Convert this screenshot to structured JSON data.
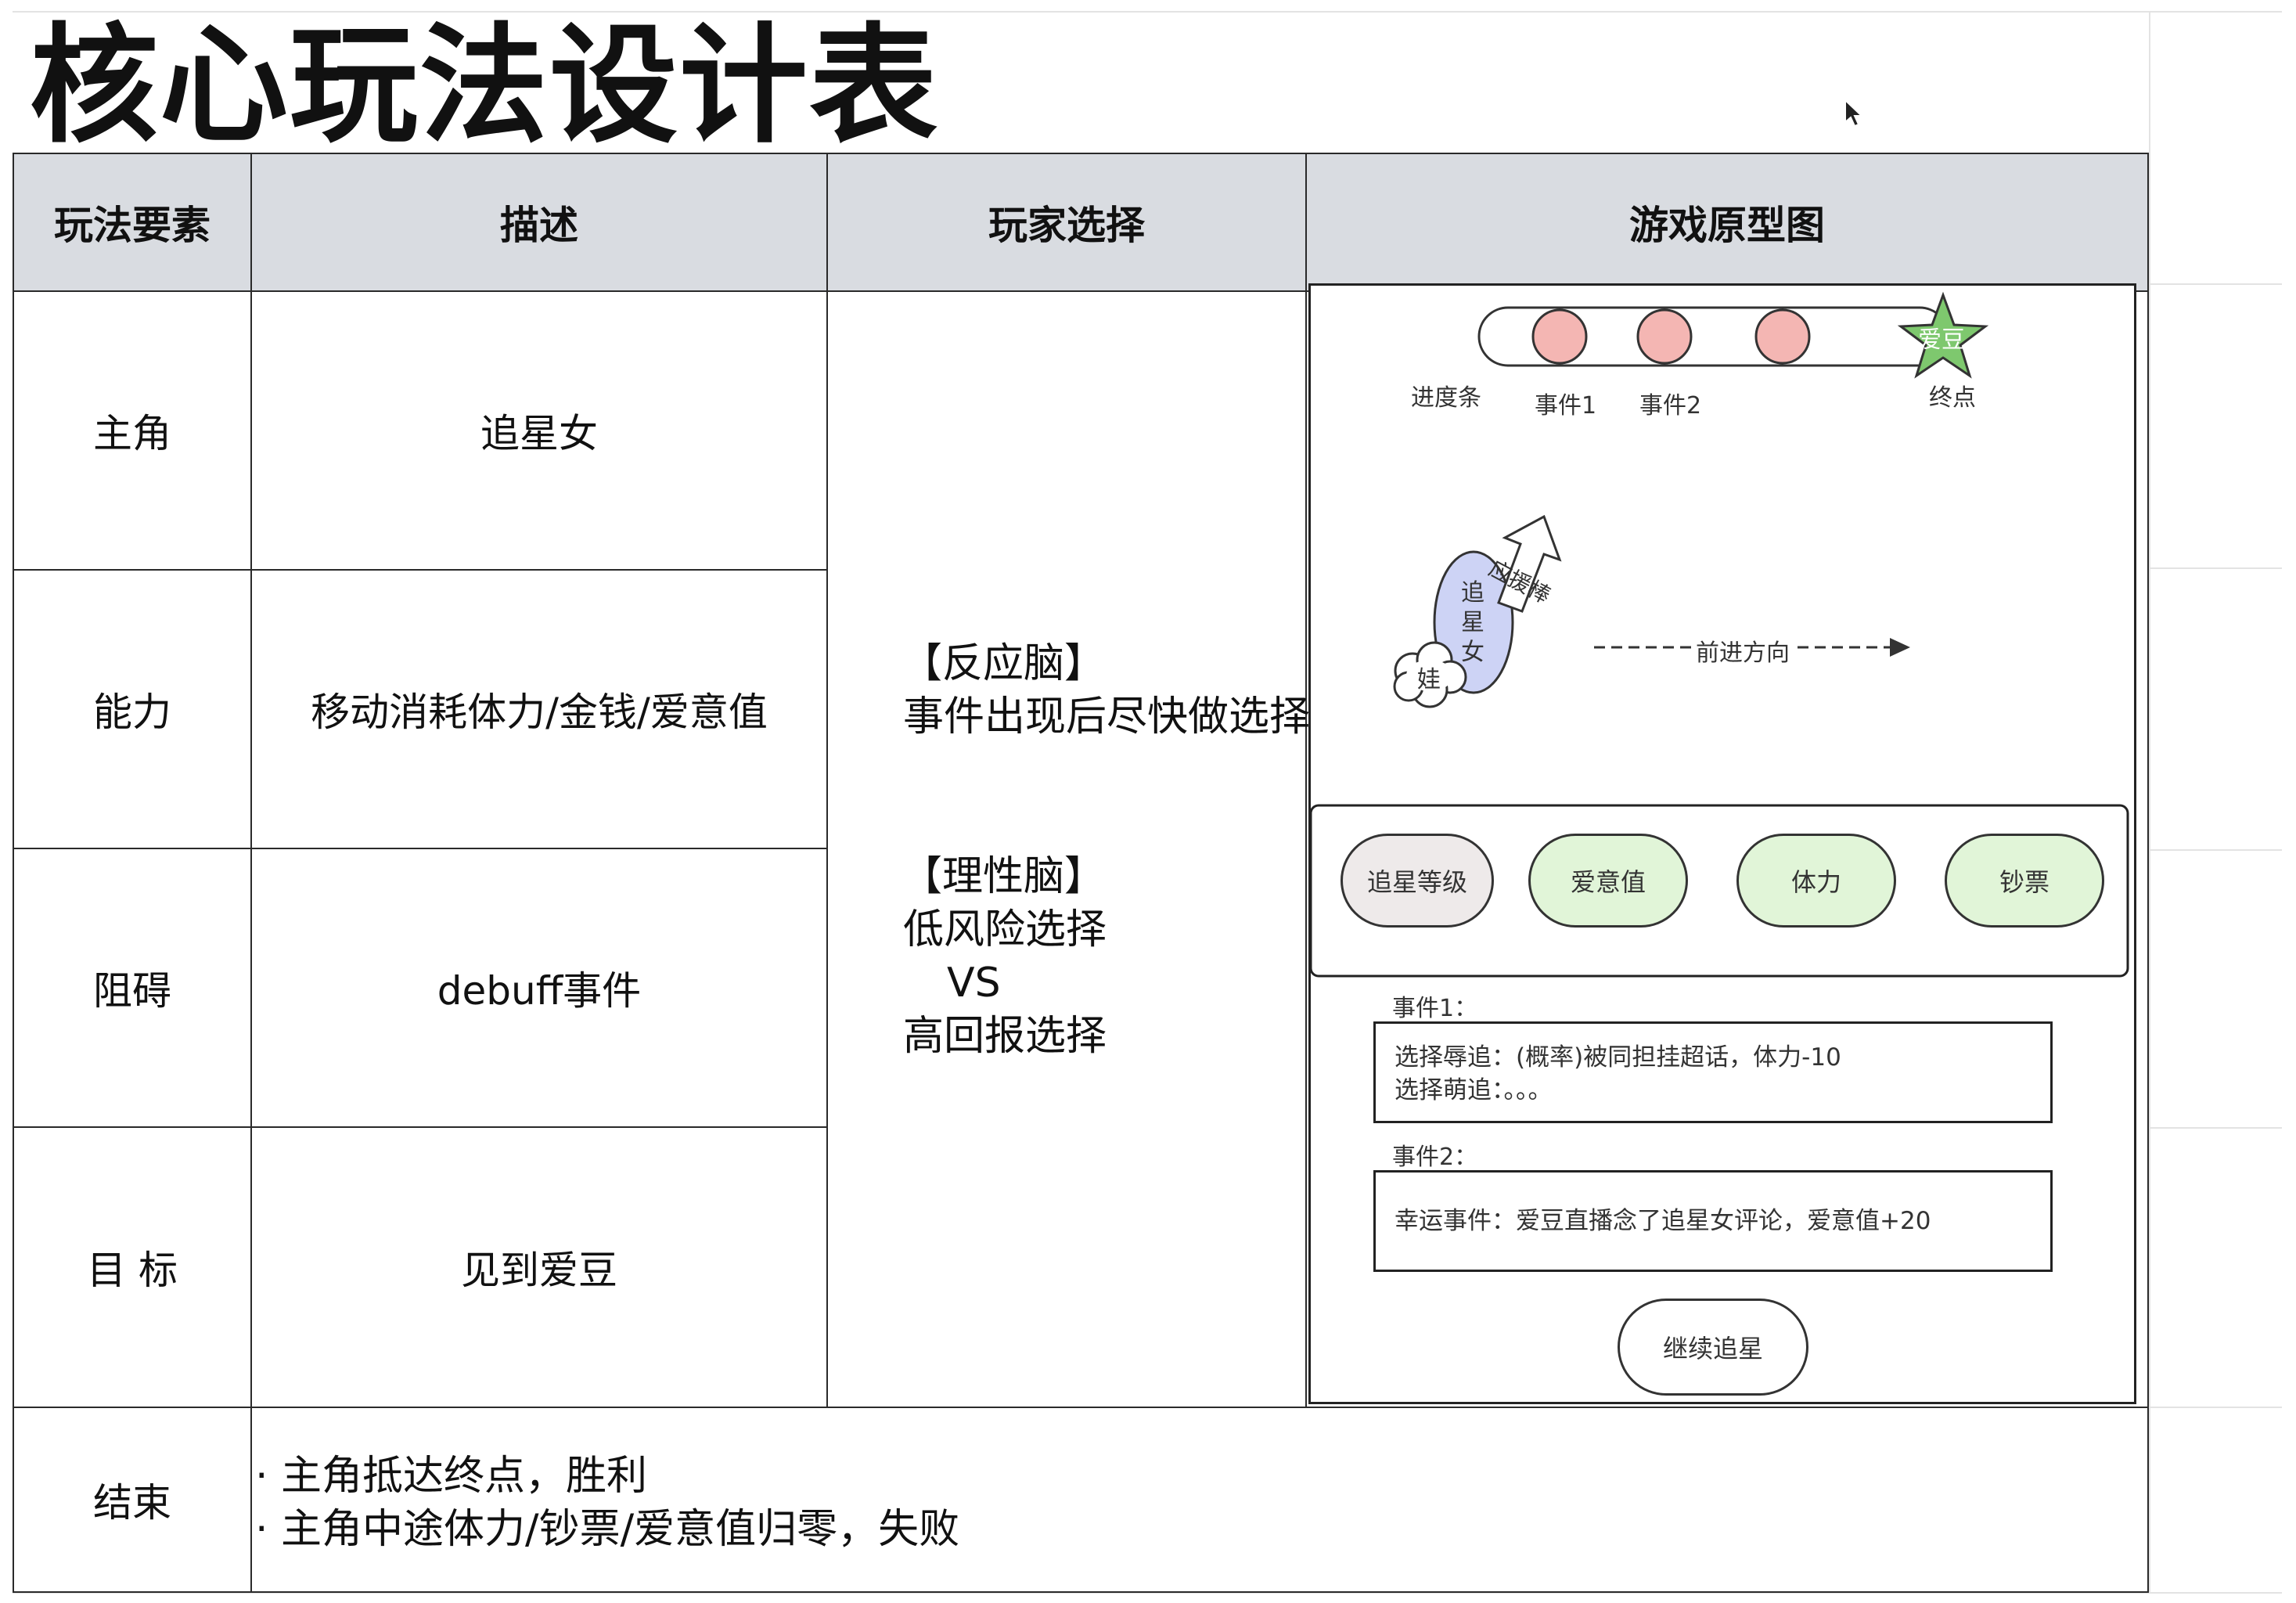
{
  "title": "核心玩法设计表",
  "headers": {
    "element": "玩法要素",
    "description": "描述",
    "choice": "玩家选择",
    "prototype": "游戏原型图"
  },
  "rows": [
    {
      "element": "主角",
      "description": "追星女"
    },
    {
      "element": "能力",
      "description": "移动消耗体力/金钱/爱意值"
    },
    {
      "element": "阻碍",
      "description": "debuff事件"
    },
    {
      "element": "目 标",
      "description": "见到爱豆"
    }
  ],
  "player_choice": {
    "reaction_title": "【反应脑】",
    "reaction_desc": "事件出现后尽快做选择",
    "rational_title": "【理性脑】",
    "rational_low": "低风险选择",
    "rational_vs": "VS",
    "rational_high": "高回报选择"
  },
  "ending": {
    "label": "结束",
    "line1": "· 主角抵达终点，胜利",
    "line2": "· 主角中途体力/钞票/爱意值归零，失败"
  },
  "prototype": {
    "progress_label": "进度条",
    "event1_label": "事件1",
    "event2_label": "事件2",
    "goal_star_text": "爱豆",
    "goal_label": "终点",
    "character_text": "追\n星\n女",
    "doll_text": "娃",
    "stick_label": "应援棒",
    "direction_label": "前进方向",
    "stats": [
      "追星等级",
      "爱意值",
      "体力",
      "钞票"
    ],
    "event1_title": "事件1：",
    "event1_line1": "选择辱追：(概率)被同担挂超话，体力-10",
    "event1_line2": "选择萌追：。。。",
    "event2_title": "事件2：",
    "event2_line1": "幸运事件：爱豆直播念了追星女评论，爱意值+20",
    "continue_button": "继续追星"
  },
  "colors": {
    "header_bg": "#d9dce1",
    "event_circle": "#f4b6b3",
    "star": "#7ec86e",
    "character": "#cdd3f5",
    "stat_level": "#eeeaea",
    "stat_green": "#e1f5d8"
  }
}
